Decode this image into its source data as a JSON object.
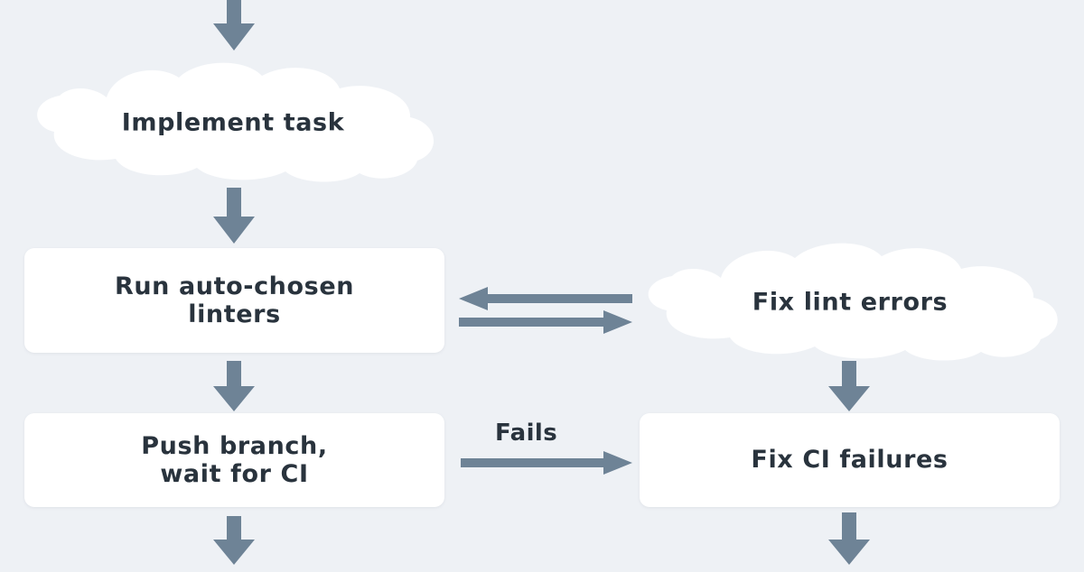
{
  "diagram": {
    "title": "Coding agent workflow flowchart",
    "background_color": "#eef1f5",
    "node_fill_color": "#ffffff",
    "text_color": "#29333d",
    "arrow_color": "#6e8396",
    "nodes": [
      {
        "id": "implement-task",
        "shape": "cloud",
        "label": "Implement task"
      },
      {
        "id": "run-linters",
        "shape": "rectangle",
        "label": "Run auto-chosen\nlinters"
      },
      {
        "id": "fix-lint-errors",
        "shape": "cloud",
        "label": "Fix lint errors"
      },
      {
        "id": "push-branch",
        "shape": "rectangle",
        "label": "Push branch,\nwait for CI"
      },
      {
        "id": "fix-ci-failures",
        "shape": "rectangle",
        "label": "Fix CI failures"
      }
    ],
    "edges": [
      {
        "id": "into-implement-task",
        "from": "",
        "to": "implement-task",
        "label": "",
        "direction": "down"
      },
      {
        "id": "implement-to-linters",
        "from": "implement-task",
        "to": "run-linters",
        "label": "",
        "direction": "down"
      },
      {
        "id": "linters-to-fix-lint",
        "from": "run-linters",
        "to": "fix-lint-errors",
        "label": "",
        "direction": "right"
      },
      {
        "id": "fix-lint-to-linters",
        "from": "fix-lint-errors",
        "to": "run-linters",
        "label": "",
        "direction": "left"
      },
      {
        "id": "linters-to-push",
        "from": "run-linters",
        "to": "push-branch",
        "label": "",
        "direction": "down"
      },
      {
        "id": "push-to-fix-ci",
        "from": "push-branch",
        "to": "fix-ci-failures",
        "label": "Fails",
        "direction": "right"
      },
      {
        "id": "fix-lint-errors-down",
        "from": "fix-lint-errors",
        "to": "fix-ci-failures",
        "label": "",
        "direction": "down"
      },
      {
        "id": "push-branch-down",
        "from": "push-branch",
        "to": "",
        "label": "",
        "direction": "down"
      },
      {
        "id": "fix-ci-failures-down",
        "from": "fix-ci-failures",
        "to": "",
        "label": "",
        "direction": "down"
      }
    ]
  }
}
